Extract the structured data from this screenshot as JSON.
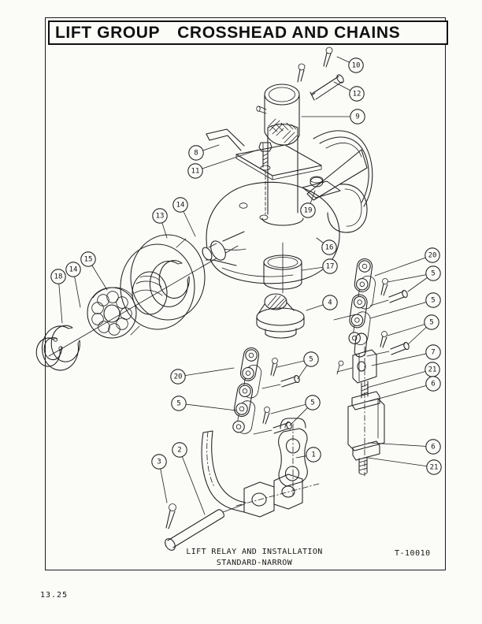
{
  "page_label": "13.25",
  "header": {
    "title_left": "LIFT GROUP",
    "title_right": "CROSSHEAD AND CHAINS"
  },
  "figure": {
    "caption_line1": "LIFT RELAY AND INSTALLATION",
    "caption_line2": "STANDARD-NARROW",
    "drawing_number": "T-10010",
    "callouts": [
      {
        "label": "10"
      },
      {
        "label": "12"
      },
      {
        "label": "9"
      },
      {
        "label": "8"
      },
      {
        "label": "11"
      },
      {
        "label": "13"
      },
      {
        "label": "14"
      },
      {
        "label": "15"
      },
      {
        "label": "14"
      },
      {
        "label": "18"
      },
      {
        "label": "19"
      },
      {
        "label": "16"
      },
      {
        "label": "17"
      },
      {
        "label": "4"
      },
      {
        "label": "20"
      },
      {
        "label": "5"
      },
      {
        "label": "5"
      },
      {
        "label": "5"
      },
      {
        "label": "7"
      },
      {
        "label": "21"
      },
      {
        "label": "6"
      },
      {
        "label": "6"
      },
      {
        "label": "21"
      },
      {
        "label": "20"
      },
      {
        "label": "5"
      },
      {
        "label": "5"
      },
      {
        "label": "5"
      },
      {
        "label": "1"
      },
      {
        "label": "2"
      },
      {
        "label": "3"
      }
    ]
  }
}
